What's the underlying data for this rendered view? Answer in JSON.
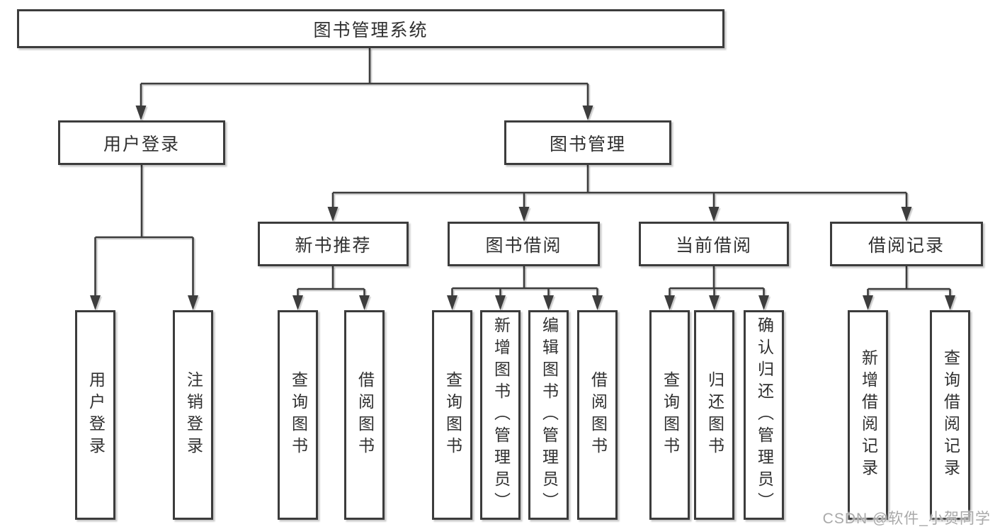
{
  "diagram": {
    "root": {
      "label": "图书管理系统"
    },
    "level2": [
      {
        "label": "用户登录"
      },
      {
        "label": "图书管理"
      }
    ],
    "level3": [
      {
        "label": "新书推荐"
      },
      {
        "label": "图书借阅"
      },
      {
        "label": "当前借阅"
      },
      {
        "label": "借阅记录"
      }
    ],
    "leaves": {
      "user_login": [
        "用户登录",
        "注销登录"
      ],
      "new_book": [
        "查询图书",
        "借阅图书"
      ],
      "book_borrow": [
        "查询图书",
        "新增图书（管理员）",
        "编辑图书（管理员）",
        "借阅图书"
      ],
      "current_borrow": [
        "查询图书",
        "归还图书",
        "确认归还（管理员）"
      ],
      "borrow_records": [
        "新增借阅记录",
        "查询借阅记录"
      ]
    }
  },
  "watermark": "CSDN @软件_小贺同学",
  "colors": {
    "line": "#3c3c3c",
    "text": "#303030",
    "watermark": "#a9a9a9",
    "background": "#ffffff"
  }
}
